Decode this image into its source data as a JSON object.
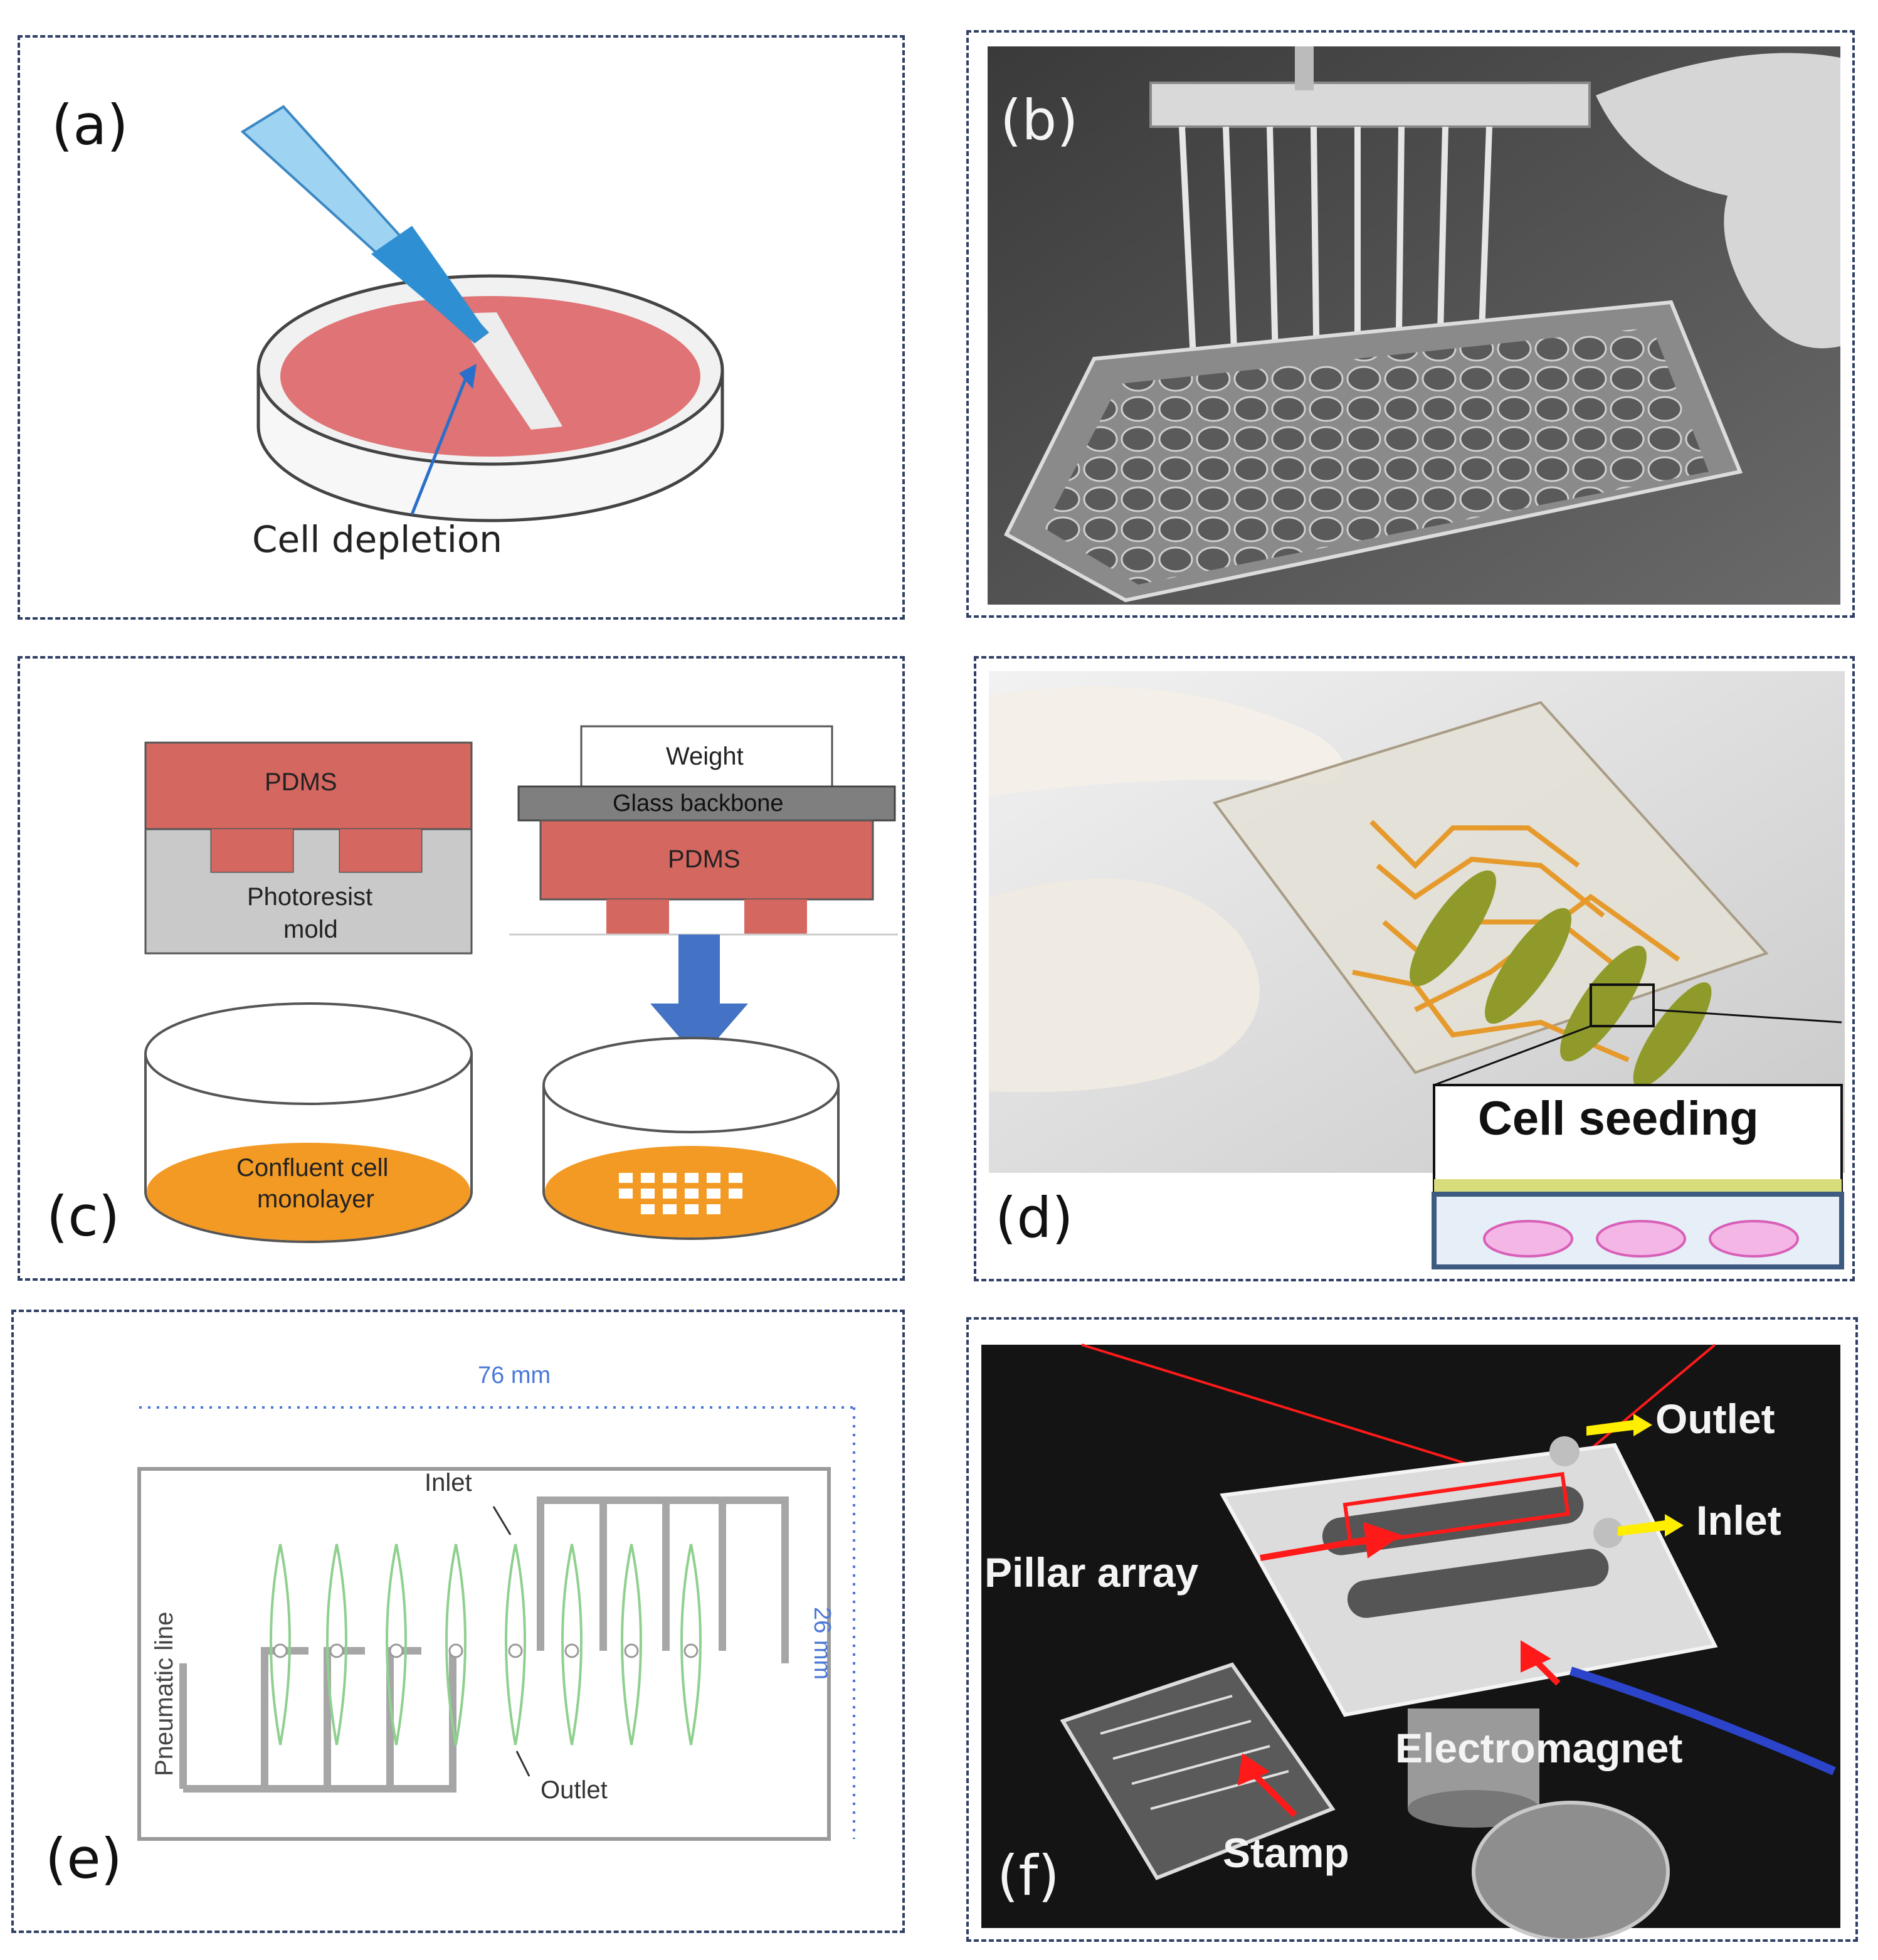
{
  "panels": {
    "a": {
      "label": "(a)",
      "annotation": "Cell depletion",
      "colors": {
        "cells": "#df7375",
        "pipette": "#3b9bd8",
        "arrow": "#2a6fc9"
      },
      "icons": [
        "pipette-tip-icon",
        "petri-dish-icon"
      ]
    },
    "b": {
      "label": "(b)",
      "photo": "Multichannel pipette over a 96-well plate (grayscale photo)"
    },
    "c": {
      "label": "(c)",
      "pdms_left": "PDMS",
      "mold_line1": "Photoresist",
      "mold_line2": "mold",
      "weight": "Weight",
      "glass": "Glass backbone",
      "pdms_right": "PDMS",
      "dish_line1": "Confluent cell",
      "dish_line2": "monolayer",
      "colors": {
        "pdms": "#d4675f",
        "mold": "#c9c9c9",
        "glass": "#7f7f7f",
        "cells": "#f39a25",
        "arrow": "#4472c4"
      }
    },
    "d": {
      "label": "(d)",
      "inset_title": "Cell seeding",
      "colors": {
        "channel": "#e69a2c",
        "chamber": "#8f9a2a",
        "membrane": "#d8dc7a",
        "cell": "#e58fce"
      }
    },
    "e": {
      "label": "(e)",
      "width_label": "76 mm",
      "height_label": "26 mm",
      "pneumatic": "Pneumatic line",
      "inlet": "Inlet",
      "outlet": "Outlet",
      "colors": {
        "dimension": "#4b78d8",
        "chamber": "#8fd08f",
        "line": "#9a9a9a"
      }
    },
    "f": {
      "label": "(f)",
      "outlet": "Outlet",
      "inlet": "Inlet",
      "pillar": "Pillar array",
      "electromagnet": "Electromagnet",
      "stamp": "Stamp",
      "colors": {
        "pointer_red": "#ff1a1a",
        "pointer_yellow": "#ffee00"
      }
    }
  }
}
